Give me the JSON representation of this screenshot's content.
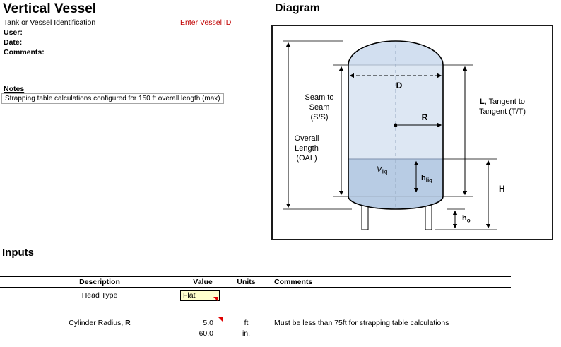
{
  "colors": {
    "accent_red": "#c00000",
    "input_cell_bg": "#ffffcc",
    "vessel_fill": "#dde7f3",
    "vessel_head_fill": "#d2dff0",
    "liquid_fill": "#b8cce4"
  },
  "header": {
    "title": "Vertical Vessel",
    "identification_label": "Tank or Vessel Identification",
    "vessel_id_value": "Enter Vessel ID",
    "user_label": "User:",
    "date_label": "Date:",
    "comments_label": "Comments:"
  },
  "notes": {
    "heading": "Notes",
    "text": "Strapping table calculations configured for 150 ft overall length (max)"
  },
  "diagram": {
    "heading": "Diagram",
    "labels": {
      "seam_line1": "Seam to",
      "seam_line2": "Seam",
      "seam_line3": "(S/S)",
      "oal_line1": "Overall",
      "oal_line2": "Length",
      "oal_line3": "(OAL)",
      "diameter": "D",
      "radius": "R",
      "tangent_bold": "L",
      "tangent_line1": ", Tangent to",
      "tangent_line2": "Tangent (T/T)",
      "vliq_main": "V",
      "vliq_sub": "liq",
      "hliq_main": "h",
      "hliq_sub": "liq",
      "height": "H",
      "ho_main": "h",
      "ho_sub": "o"
    }
  },
  "inputs": {
    "heading": "Inputs",
    "columns": {
      "description": "Description",
      "value": "Value",
      "units": "Units",
      "comments": "Comments"
    },
    "rows": [
      {
        "description": "Head Type",
        "value": "Flat",
        "units": "",
        "comment": ""
      },
      {
        "description_main": "Cylinder Radius, ",
        "description_bold": "R",
        "value_primary": "5.0",
        "value_secondary": "60.0",
        "unit_primary": "ft",
        "unit_secondary": "in.",
        "comment": "Must be less than 75ft for strapping table calculations"
      }
    ]
  }
}
